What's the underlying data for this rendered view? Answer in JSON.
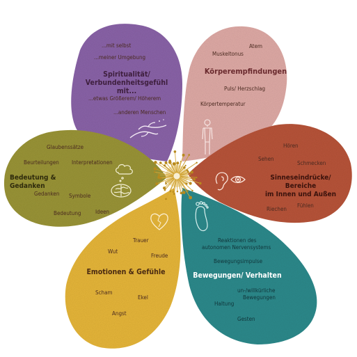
{
  "colors": {
    "purple": "#8a64a8",
    "pink": "#dfaaa6",
    "rust": "#b8553a",
    "teal": "#2f8a8c",
    "yellow": "#e6b63a",
    "olive": "#9a9438",
    "center": "#f2e2b6",
    "ink": "#4a2a20"
  },
  "petals": {
    "spirit": {
      "title_line1": "Spiritualität/",
      "title_line2": "Verbundenheitsgefühl mit...",
      "items": [
        "...mit selbst",
        "...meiner Umgebung",
        "...etwas Größerem/ Höherem",
        "...anderen Menschen"
      ],
      "icon": "hands-icon"
    },
    "body": {
      "title": "Körperempfindungen",
      "items": [
        "Atem",
        "Muskeltonus",
        "Puls/ Herzschlag",
        "Körpertemperatur"
      ],
      "icon": "body-outline-icon"
    },
    "senses": {
      "title_line1": "Sinneseindrücke/ Bereiche",
      "title_line2": "im Innen und Außen",
      "items": [
        "Hören",
        "Sehen",
        "Schmecken",
        "Riechen",
        "Fühlen"
      ],
      "icon": "ear-eye-icon"
    },
    "behavior": {
      "title": "Bewegungen/ Verhalten",
      "items": [
        "Reaktionen des",
        "autonomen Nervensystems",
        "Bewegungsimpulse",
        "un-/willkürliche",
        "Bewegungen",
        "Haltung",
        "Gesten"
      ],
      "icon": "footprint-icon"
    },
    "emotions": {
      "title": "Emotionen & Gefühle",
      "items": [
        "Trauer",
        "Wut",
        "Freude",
        "Scham",
        "Ekel",
        "Angst"
      ],
      "icon": "heart-icon"
    },
    "thoughts": {
      "title": "Bedeutung & Gedanken",
      "items": [
        "Glaubenssätze",
        "Beurteilungen",
        "Interpretationen",
        "Gedanken",
        "Symbole",
        "Bedeutung",
        "Ideen"
      ],
      "icon": "cloud-brain-icon"
    }
  }
}
